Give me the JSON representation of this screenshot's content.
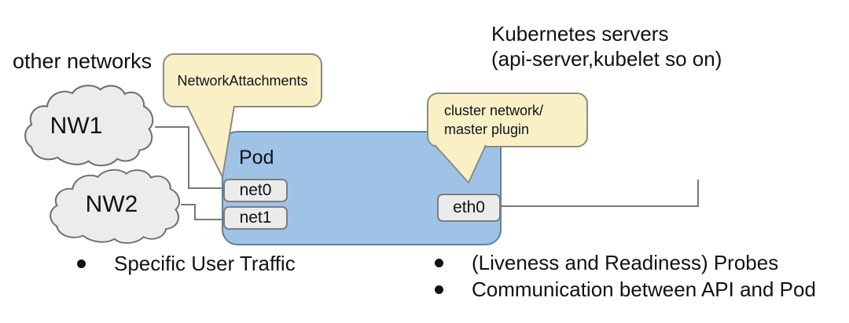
{
  "colors": {
    "background": "#ffffff",
    "pod_fill": "#9fc3e6",
    "pod_border": "#5f7f9e",
    "callout_fill": "#faf0c6",
    "callout_border": "#8b8b80",
    "interface_fill": "#ebebeb",
    "interface_border": "#7d7d7d",
    "cloud_fill": "#ececec",
    "cloud_border": "#6e6e6e",
    "connector": "#777777",
    "text": "#111111"
  },
  "labels": {
    "other_networks": "other networks",
    "kubernetes_servers_line1": "Kubernetes servers",
    "kubernetes_servers_line2": "(api-server,kubelet so on)"
  },
  "clouds": [
    {
      "id": "nw1",
      "label": "NW1"
    },
    {
      "id": "nw2",
      "label": "NW2"
    }
  ],
  "pod": {
    "label": "Pod",
    "interfaces": [
      {
        "id": "net0",
        "label": "net0"
      },
      {
        "id": "net1",
        "label": "net1"
      },
      {
        "id": "eth0",
        "label": "eth0"
      }
    ]
  },
  "callouts": [
    {
      "id": "network-attachments",
      "lines": [
        "NetworkAttachments"
      ]
    },
    {
      "id": "cluster-network-master-plugin",
      "lines": [
        "cluster network/",
        "master plugin"
      ]
    }
  ],
  "bullets": {
    "left": [
      "Specific User Traffic"
    ],
    "right": [
      "(Liveness and Readiness) Probes",
      "Communication between API and Pod"
    ]
  }
}
